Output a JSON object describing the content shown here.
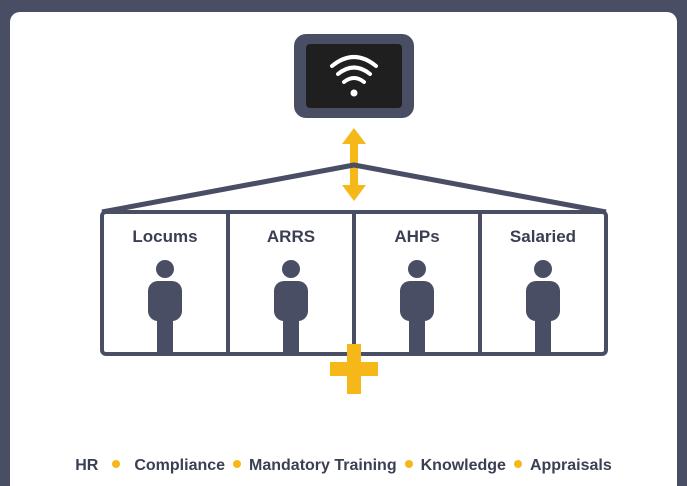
{
  "colors": {
    "background": "#4a4e65",
    "panel": "#ffffff",
    "accent": "#f5b818",
    "dark": "#4a4e65",
    "screen": "#1f1f1f"
  },
  "icons": [
    "wifi-icon",
    "bidirectional-arrow-icon",
    "person-icon",
    "plus-icon"
  ],
  "columns": [
    {
      "label": "Locums"
    },
    {
      "label": "ARRS"
    },
    {
      "label": "AHPs"
    },
    {
      "label": "Salaried"
    }
  ],
  "footer": {
    "items": [
      "HR",
      "Compliance",
      "Mandatory Training",
      "Knowledge",
      "Appraisals"
    ]
  }
}
